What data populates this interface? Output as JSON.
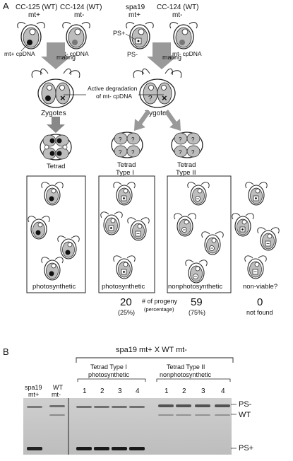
{
  "panelA": {
    "label": "A",
    "parents": {
      "left_1_title": "CC-125 (WT)",
      "left_1_sex": "mt+",
      "left_2_title": "CC-124 (WT)",
      "left_2_sex": "mt-",
      "right_1_title": "spa19",
      "right_1_sex": "mt+",
      "right_2_title": "CC-124 (WT)",
      "right_2_sex": "mt-",
      "mt_plus_cp": "mt+ cpDNA",
      "mt_minus_cp": "mt- cpDNA",
      "ps_plus": "PS+",
      "ps_minus": "PS-",
      "mt_minus_cp_right": "mt- cpDNA"
    },
    "mating_left": "mating",
    "mating_right": "mating",
    "active_degradation": "Active degradation\nof mt- cpDNA",
    "zygotes_left": "Zygotes",
    "zygotes_right": "Zygotes",
    "tetrad": "Tetrad",
    "tetrad_type1": "Tetrad\nType I",
    "tetrad_type2": "Tetrad\nType II",
    "boxes": {
      "box1": "photosynthetic",
      "box2": "photosynthetic",
      "box3": "nonphotosynthetic",
      "box4": "non-viable?"
    },
    "counts": {
      "type1": "20",
      "type1_pct": "(25%)",
      "type2": "59",
      "type2_pct": "(75%)",
      "nonviable": "0",
      "nonviable_note": "not found",
      "progeny_label": "# of progeny",
      "percentage_label": "(percentage)"
    },
    "icons": [
      "chlamydomonas-cell-icon",
      "nucleus-icon",
      "cpdna-dot-icon",
      "zygote-icon",
      "arrow-icon"
    ]
  },
  "panelB": {
    "label": "B",
    "cross_title": "spa19 mt+ X WT mt-",
    "tetrad_type1": "Tetrad  Type I",
    "tetrad_type1_sub": "photosynthetic",
    "tetrad_type2": "Tetrad  Type II",
    "tetrad_type2_sub": "nonphotosynthetic",
    "lane_controls": [
      "spa19\nmt+",
      "WT\nmt-"
    ],
    "lane_numbers_1": [
      "1",
      "2",
      "3",
      "4"
    ],
    "lane_numbers_2": [
      "1",
      "2",
      "3",
      "4"
    ],
    "band_labels": [
      "PS-",
      "WT",
      "PS+"
    ]
  }
}
